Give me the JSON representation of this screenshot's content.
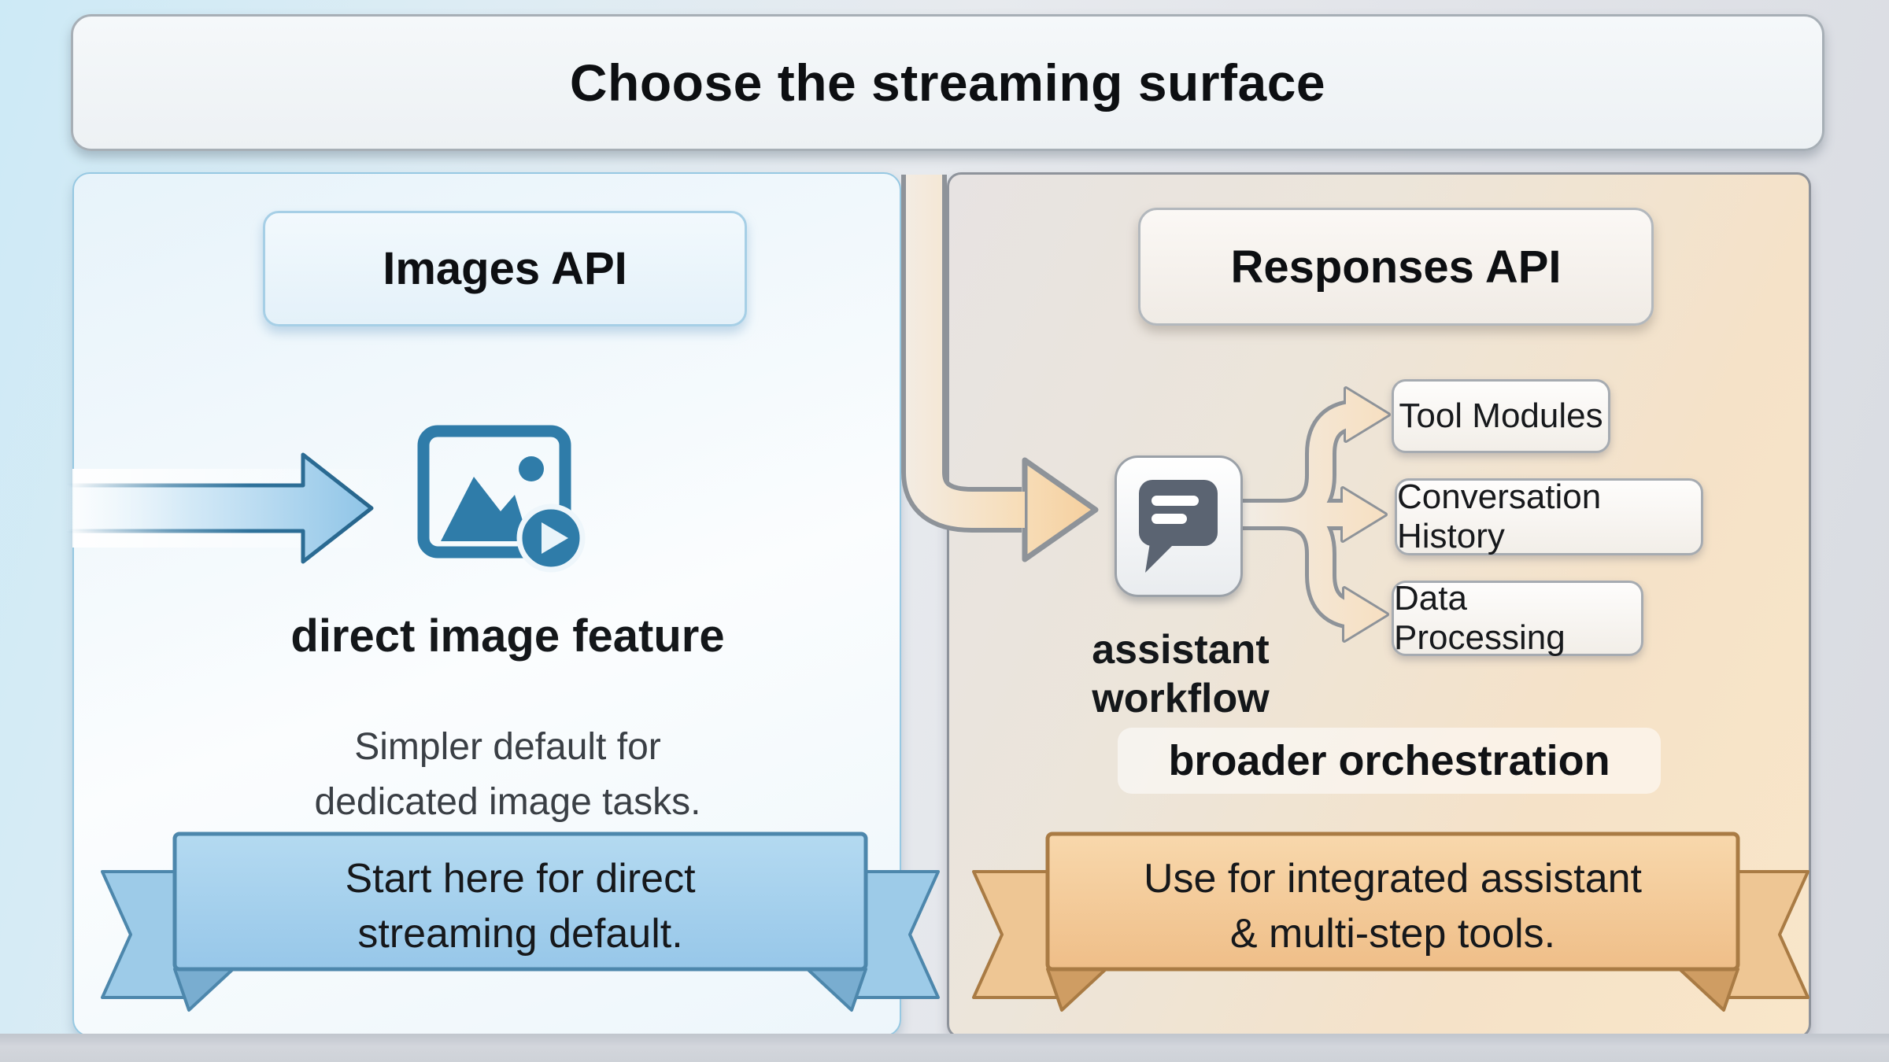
{
  "title": "Choose the streaming surface",
  "left_panel": {
    "header": "Images API",
    "icon": "image-with-play-icon",
    "feature_label": "direct image feature",
    "description": {
      "line1": "Simpler default for",
      "line2": "dedicated image tasks."
    },
    "ribbon": {
      "line1": "Start here for direct",
      "line2": "streaming default."
    }
  },
  "right_panel": {
    "header": "Responses API",
    "icon": "chat-bubble-icon",
    "workflow_label": {
      "line1": "assistant",
      "line2": "workflow"
    },
    "branches": [
      {
        "label": "Tool Modules"
      },
      {
        "label": "Conversation History"
      },
      {
        "label": "Data Processing"
      }
    ],
    "orchestration_label": "broader orchestration",
    "ribbon": {
      "line1": "Use for integrated assistant",
      "line2": "& multi-step tools."
    }
  },
  "colors": {
    "left_accent": "#2f7ca9",
    "left_ribbon_fill": "#a6d2ee",
    "left_ribbon_border": "#4d87ac",
    "right_panel_tint": "#f8e3c6",
    "right_ribbon_fill": "#f6d0a0",
    "right_ribbon_border": "#a97b44",
    "connector_gray": "#8e9399"
  }
}
